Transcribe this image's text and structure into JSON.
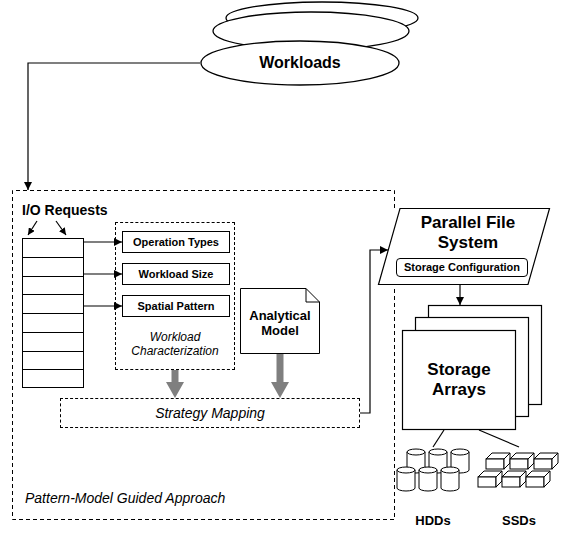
{
  "diagram": {
    "nodes": [
      {
        "text": [
          "Workloads"
        ]
      },
      {
        "text": [
          "Pattern-Model Guided Approach"
        ]
      },
      {
        "text": [
          "I/O Requests"
        ],
        "in": 1
      },
      {
        "text": [
          "Workload Characterization"
        ],
        "in": 1
      },
      {
        "text": [
          "Operation Types"
        ],
        "in": 3
      },
      {
        "text": [
          "Workload Size"
        ],
        "in": 3
      },
      {
        "text": [
          "Spatial Pattern"
        ],
        "in": 3
      },
      {
        "text": [
          "Analytical Model"
        ],
        "in": 1
      },
      {
        "text": [
          "Strategy Mapping"
        ],
        "in": 1
      },
      {
        "text": [
          "Parallel File System"
        ]
      },
      {
        "text": [
          "Storage Configuration"
        ],
        "in": 9
      },
      {
        "text": [
          "Storage Arrays"
        ]
      },
      {
        "text": [
          "HDDs"
        ]
      },
      {
        "text": [
          "SSDs"
        ]
      }
    ],
    "edges": [
      {
        "from": 0,
        "to": 1,
        "arrow": "to"
      },
      {
        "from": 2,
        "to": 4,
        "arrow": "to"
      },
      {
        "from": 2,
        "to": 5,
        "arrow": "to"
      },
      {
        "from": 2,
        "to": 6,
        "arrow": "to"
      },
      {
        "from": 3,
        "to": 8,
        "arrow": "to"
      },
      {
        "from": 7,
        "to": 8,
        "arrow": "to"
      },
      {
        "from": 8,
        "to": 9,
        "arrow": "to"
      },
      {
        "from": 9,
        "to": 11,
        "arrow": "to"
      },
      {
        "from": 11,
        "to": 12,
        "arrow": "none"
      },
      {
        "from": 11,
        "to": 13,
        "arrow": "none"
      }
    ]
  }
}
